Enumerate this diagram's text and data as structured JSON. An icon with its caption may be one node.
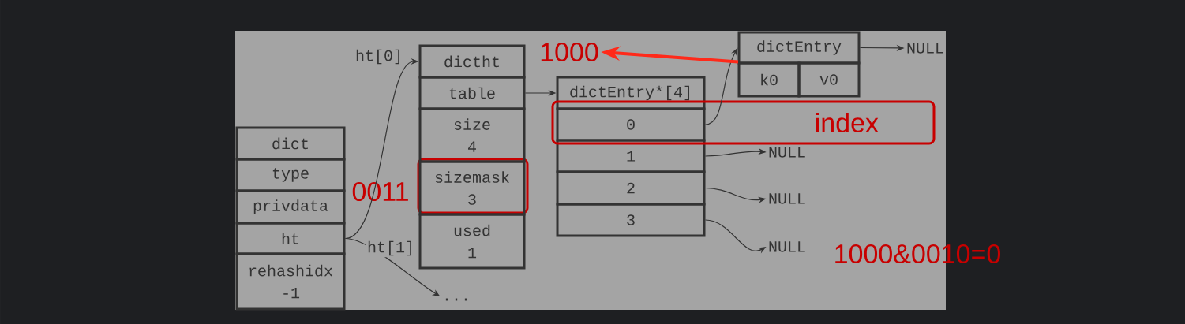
{
  "diagram": {
    "nodes": [
      {
        "text": [
          "dict"
        ]
      },
      {
        "text": [
          "type"
        ]
      },
      {
        "text": [
          "privdata"
        ]
      },
      {
        "text": [
          "ht"
        ]
      },
      {
        "text": [
          "rehashidx",
          "-1"
        ]
      },
      {
        "text": [
          "dictht"
        ]
      },
      {
        "text": [
          "table"
        ]
      },
      {
        "text": [
          "size",
          "4"
        ]
      },
      {
        "text": [
          "sizemask",
          "3"
        ]
      },
      {
        "text": [
          "used",
          "1"
        ]
      },
      {
        "text": [
          "dictEntry*[4]"
        ]
      },
      {
        "text": [
          "0"
        ],
        "in": 24
      },
      {
        "text": [
          "1"
        ]
      },
      {
        "text": [
          "2"
        ]
      },
      {
        "text": [
          "3"
        ]
      },
      {
        "text": [
          "dictEntry"
        ]
      },
      {
        "text": [
          "k0"
        ]
      },
      {
        "text": [
          "v0"
        ]
      },
      {
        "text": [
          "NULL"
        ]
      },
      {
        "text": [
          "NULL"
        ]
      },
      {
        "text": [
          "NULL"
        ]
      },
      {
        "text": [
          "NULL"
        ]
      },
      {
        "text": [
          "..."
        ]
      },
      {
        "text": [
          "1000"
        ]
      },
      {
        "text": [
          "index"
        ]
      }
    ],
    "edges": [
      {
        "from": 3,
        "to": 5,
        "arrow": "to",
        "label": "ht[0]"
      },
      {
        "from": 3,
        "to": 22,
        "arrow": "to",
        "label": "ht[1]"
      },
      {
        "from": 6,
        "to": 10,
        "arrow": "to"
      },
      {
        "from": 11,
        "to": 15,
        "arrow": "to"
      },
      {
        "from": 12,
        "to": 19,
        "arrow": "to"
      },
      {
        "from": 13,
        "to": 20,
        "arrow": "to"
      },
      {
        "from": 14,
        "to": 21,
        "arrow": "to"
      },
      {
        "from": 15,
        "to": 18,
        "arrow": "to"
      },
      {
        "from": 16,
        "to": 23,
        "arrow": "to",
        "style": "thick",
        "color": "#ff2a1a"
      }
    ],
    "labels": [
      "0011",
      "1000&0010=0"
    ]
  }
}
